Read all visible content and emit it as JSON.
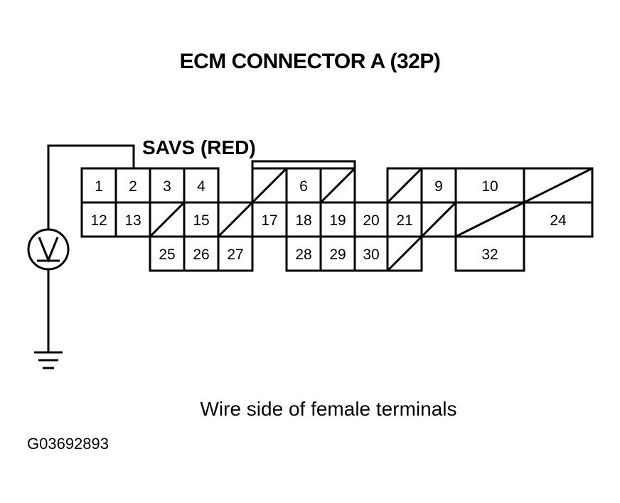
{
  "title": "ECM CONNECTOR A (32P)",
  "wire_label": "SAVS (RED)",
  "caption": "Wire side of female terminals",
  "figure_id": "G03692893",
  "terminal_labels": {
    "t1": "1",
    "t2": "2",
    "t3": "3",
    "t4": "4",
    "t6": "6",
    "t9": "9",
    "t10": "10",
    "t12": "12",
    "t13": "13",
    "t15": "15",
    "t17": "17",
    "t18": "18",
    "t19": "19",
    "t20": "20",
    "t21": "21",
    "t24": "24",
    "t25": "25",
    "t26": "26",
    "t27": "27",
    "t28": "28",
    "t29": "29",
    "t30": "30",
    "t32": "32"
  },
  "icons": {
    "voltmeter": "voltmeter-icon",
    "ground": "ground-icon"
  }
}
